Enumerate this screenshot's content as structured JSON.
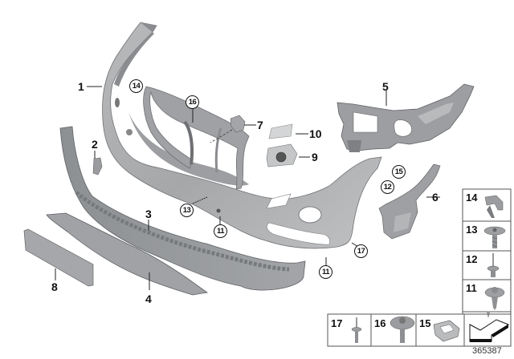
{
  "diagram": {
    "type": "exploded parts diagram",
    "subject": "Front bumper trim panel assembly",
    "catalog_number": "365387",
    "callouts": [
      {
        "id": "1",
        "style": "plain",
        "part": "front bumper trim panel"
      },
      {
        "id": "2",
        "style": "plain",
        "part": "small bracket"
      },
      {
        "id": "3",
        "style": "plain",
        "part": "lower spoiler"
      },
      {
        "id": "4",
        "style": "plain",
        "part": "lower trim strip"
      },
      {
        "id": "5",
        "style": "plain",
        "part": "headlight carrier bracket"
      },
      {
        "id": "6",
        "style": "plain",
        "part": "side bracket"
      },
      {
        "id": "7",
        "style": "plain",
        "part": "clip bracket"
      },
      {
        "id": "8",
        "style": "plain",
        "part": "license plate base"
      },
      {
        "id": "9",
        "style": "plain",
        "part": "tow hook cover holder"
      },
      {
        "id": "10",
        "style": "plain",
        "part": "tow hook cover"
      },
      {
        "id": "11",
        "style": "circled",
        "part": "fastener"
      },
      {
        "id": "12",
        "style": "circled",
        "part": "rivet"
      },
      {
        "id": "13",
        "style": "circled",
        "part": "screw"
      },
      {
        "id": "14",
        "style": "circled",
        "part": "clip"
      },
      {
        "id": "15",
        "style": "circled",
        "part": "nut clip"
      },
      {
        "id": "16",
        "style": "circled",
        "part": "screw"
      },
      {
        "id": "17",
        "style": "circled",
        "part": "rivet"
      }
    ]
  },
  "labels": {
    "l1": "1",
    "l2": "2",
    "l3": "3",
    "l4": "4",
    "l5": "5",
    "l6": "6",
    "l7": "7",
    "l8": "8",
    "l9": "9",
    "l10": "10",
    "c14": "14",
    "c16": "16",
    "c13": "13",
    "c11a": "11",
    "c11b": "11",
    "c15": "15",
    "c12": "12",
    "c17": "17"
  },
  "legend": {
    "right_column": [
      {
        "num": "14",
        "icon": "clip-icon"
      },
      {
        "num": "13",
        "icon": "screw-icon"
      },
      {
        "num": "12",
        "icon": "rivet-icon"
      },
      {
        "num": "11",
        "icon": "fastener-icon"
      }
    ],
    "bottom_row": [
      {
        "num": "17",
        "icon": "rivet-icon"
      },
      {
        "num": "16",
        "icon": "washer-screw-icon"
      },
      {
        "num": "15",
        "icon": "nut-clip-icon"
      },
      {
        "num": "",
        "icon": "arrow-icon"
      }
    ]
  },
  "colors": {
    "part_fill": "#a9abad",
    "part_dark": "#7d8083",
    "part_light": "#c8cacc",
    "line": "#222222"
  }
}
